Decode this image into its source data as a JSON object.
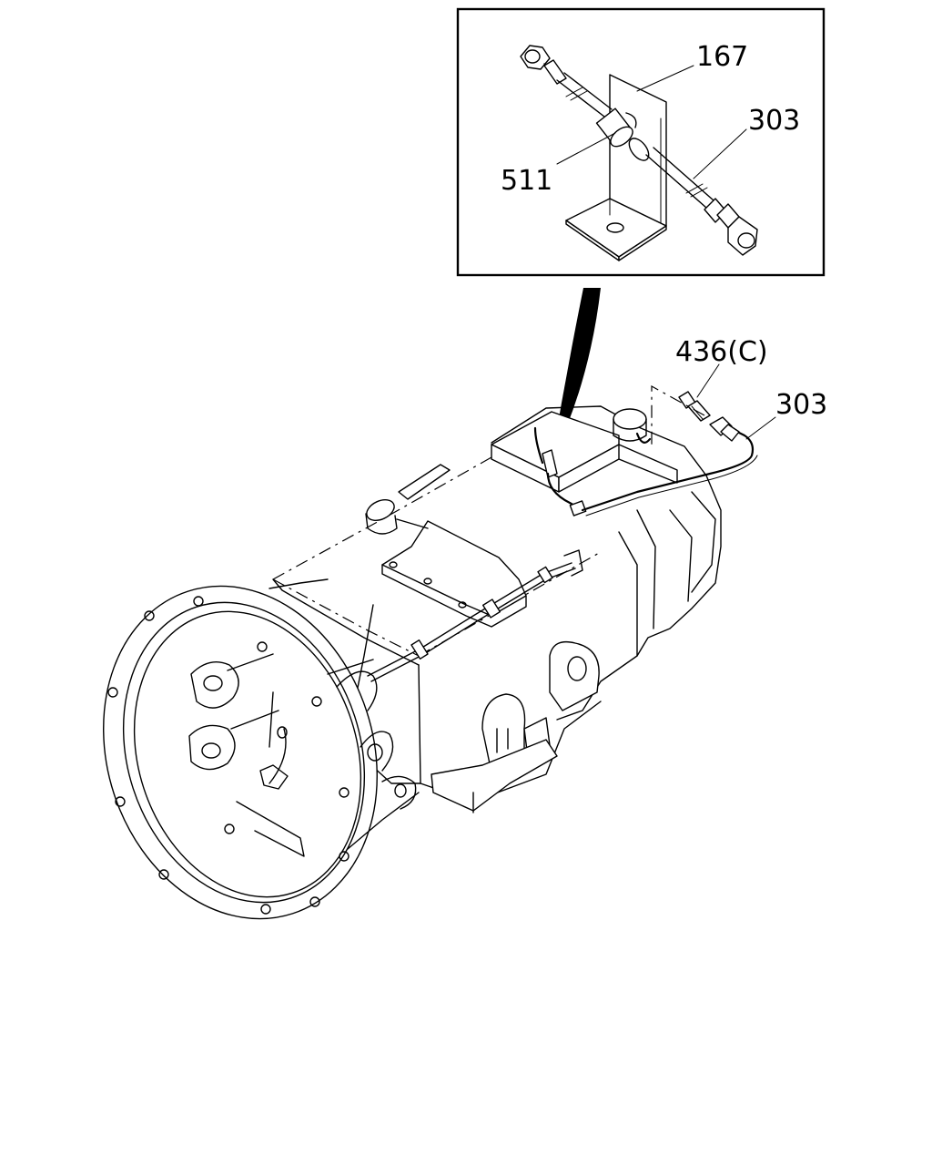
{
  "callouts": {
    "bracket": "167",
    "hose_inset": "303",
    "clip": "511",
    "connector": "436(C)",
    "hose_main": "303"
  }
}
